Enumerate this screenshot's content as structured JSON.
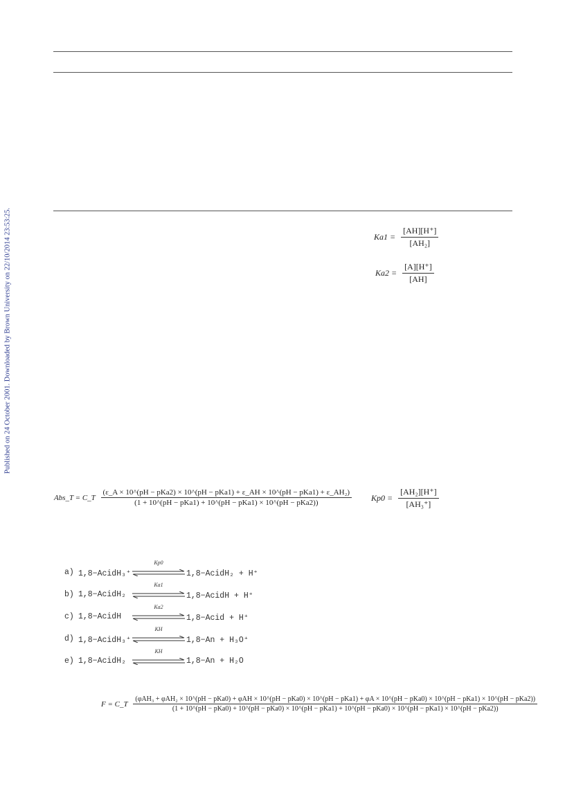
{
  "sidebar": {
    "text": "Published on 24 October 2001. Downloaded by Brown University on 22/10/2014 23:53:25."
  },
  "equations": {
    "ka1": {
      "lhs": "Ka1 =",
      "num": "[AH][H⁺]",
      "den": "[AH₂]"
    },
    "ka2": {
      "lhs": "Ka2 =",
      "num": "[A][H⁺]",
      "den": "[AH]"
    },
    "kp0": {
      "lhs": "Kp0 =",
      "num": "[AH₂][H⁺]",
      "den": "[AH₃⁺]"
    },
    "abs": {
      "lhs": "Abs_T = C_T",
      "num": "(ε_A × 10^(pH − pKa2) × 10^(pH − pKa1) + ε_AH × 10^(pH − pKa1) + ε_AH₂)",
      "den": "(1 + 10^(pH − pKa1) + 10^(pH − pKa1) × 10^(pH − pKa2))"
    },
    "fluor": {
      "lhs": "F = C_T",
      "num": "(φAH₃ + φAH₂ × 10^(pH − pKa0) + φAH × 10^(pH − pKa0) × 10^(pH − pKa1) + φA × 10^(pH − pKa0) × 10^(pH − pKa1) × 10^(pH − pKa2))",
      "den": "(1 + 10^(pH − pKa0) + 10^(pH − pKa0) × 10^(pH − pKa1) + 10^(pH − pKa0) × 10^(pH − pKa1) × 10^(pH − pKa2))"
    }
  },
  "reactions": [
    {
      "label": "a)",
      "reactant": "1,8−AcidH₃⁺",
      "k": "Kp0",
      "product": "1,8−AcidH₂ + H⁺"
    },
    {
      "label": "b)",
      "reactant": "1,8−AcidH₂",
      "k": "Ka1",
      "product": "1,8−AcidH + H⁺"
    },
    {
      "label": "c)",
      "reactant": "1,8−AcidH",
      "k": "Ka2",
      "product": "1,8−Acid + H⁺"
    },
    {
      "label": "d)",
      "reactant": "1,8−AcidH₃⁺",
      "k": "KH",
      "product": "1,8−An + H₃O⁺"
    },
    {
      "label": "e)",
      "reactant": "1,8−AcidH₂",
      "k": "KH",
      "product": "1,8−An + H₂O"
    }
  ]
}
